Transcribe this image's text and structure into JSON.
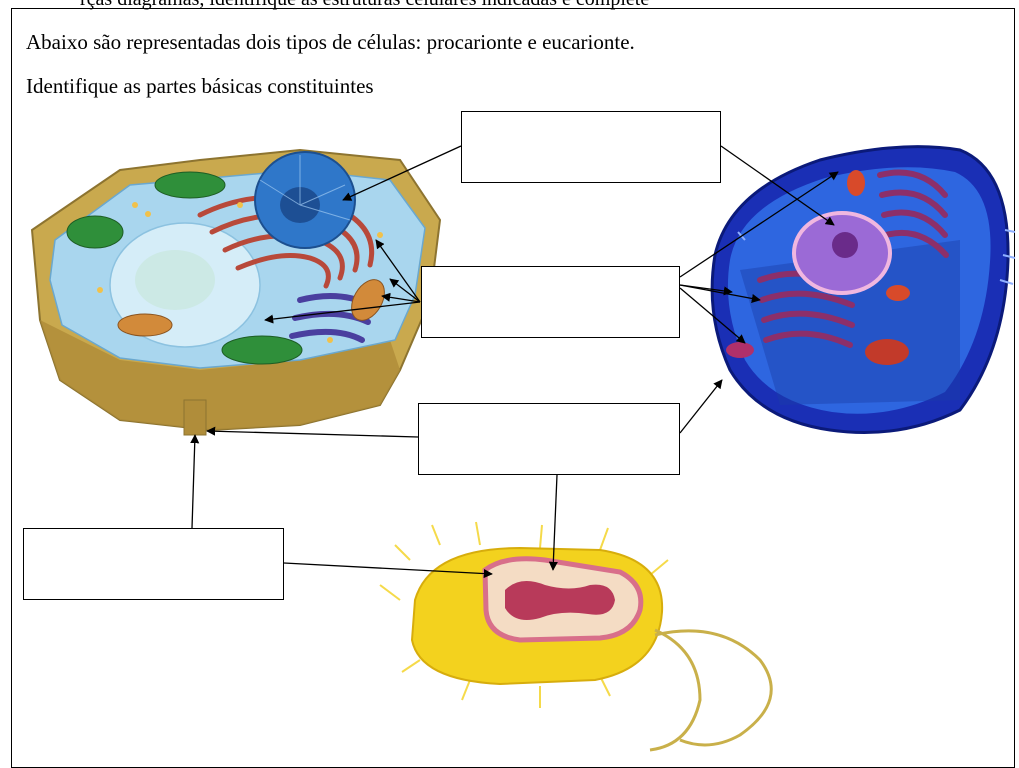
{
  "header": {
    "cut_off_line": "rças diagramas, identifique as estruturas celulares indicadas e complete"
  },
  "content": {
    "line1": "Abaixo são representadas dois tipos de células: procarionte e eucarionte.",
    "line2": "Identifique as partes básicas constituintes"
  },
  "label_boxes": [
    {
      "id": "box-top",
      "value": ""
    },
    {
      "id": "box-middle",
      "value": ""
    },
    {
      "id": "box-lower",
      "value": ""
    },
    {
      "id": "box-left",
      "value": ""
    }
  ],
  "figures": [
    {
      "name": "plant-cell"
    },
    {
      "name": "animal-cell"
    },
    {
      "name": "bacterial-cell"
    }
  ],
  "colors": {
    "plant_wall": "#c9a94e",
    "plant_cytoplasm": "#a9d6ee",
    "nucleus": "#2f77c9",
    "golgi_red": "#b8493a",
    "chloroplast": "#2f8f3a",
    "mito": "#d28a3a",
    "animal_membrane": "#1a2fb5",
    "animal_cytoplasm": "#2e66e0",
    "animal_nucleus": "#9b6ad6",
    "animal_er": "#8c2f6a",
    "bacteria_yellow": "#f3d21e",
    "bacteria_pink": "#d86f8a"
  }
}
